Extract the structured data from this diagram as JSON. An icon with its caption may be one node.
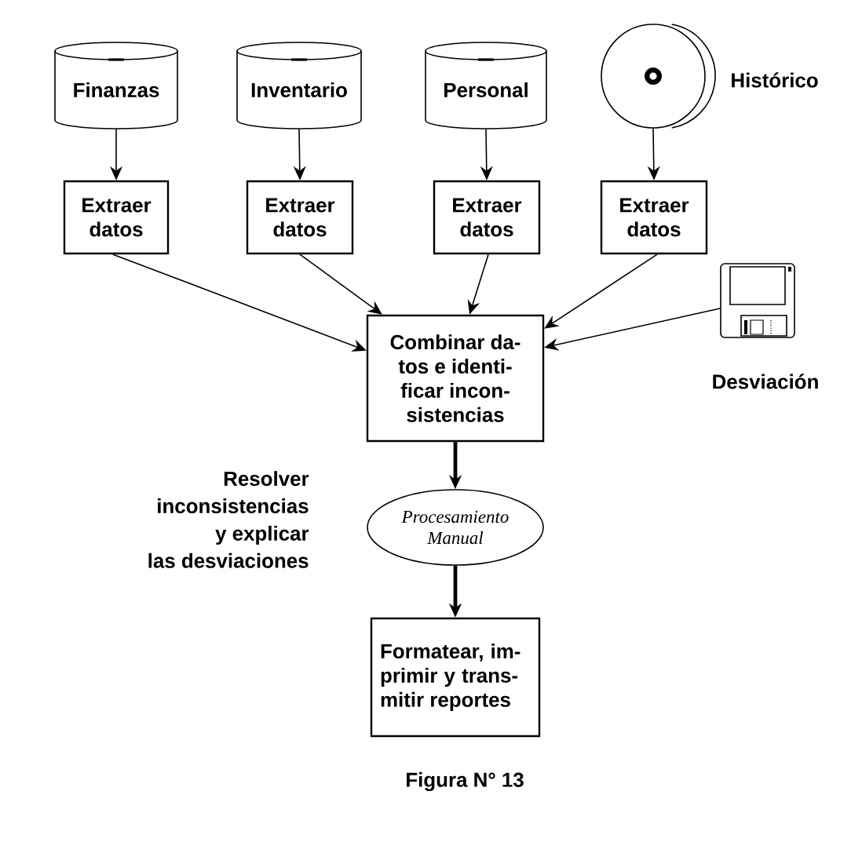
{
  "diagram": {
    "caption": "Figura N° 13",
    "nodes": [
      {
        "text": [
          "Finanzas"
        ]
      },
      {
        "text": [
          "Inventario"
        ]
      },
      {
        "text": [
          "Personal"
        ]
      },
      {
        "text": [],
        "shape": "picture",
        "beside": [
          "Histórico"
        ]
      },
      {
        "text": [
          "Extraer datos"
        ]
      },
      {
        "text": [
          "Extraer datos"
        ]
      },
      {
        "text": [
          "Extraer datos"
        ]
      },
      {
        "text": [
          "Extraer datos"
        ]
      },
      {
        "text": [],
        "shape": "picture",
        "beside": [
          "Desviación"
        ]
      },
      {
        "text": [
          "Combinar da- tos e identi- ficar incon- sistencias"
        ]
      },
      {
        "text": [
          "Procesamiento Manual"
        ]
      },
      {
        "text": [
          "Formatear, im- primir y trans- mitir reportes"
        ]
      }
    ],
    "edges": [
      {
        "from": 0,
        "to": 4,
        "arrow": "to"
      },
      {
        "from": 1,
        "to": 5,
        "arrow": "to"
      },
      {
        "from": 2,
        "to": 6,
        "arrow": "to"
      },
      {
        "from": 3,
        "to": 7,
        "arrow": "to"
      },
      {
        "from": 4,
        "to": 9,
        "arrow": "to"
      },
      {
        "from": 5,
        "to": 9,
        "arrow": "to"
      },
      {
        "from": 6,
        "to": 9,
        "arrow": "to"
      },
      {
        "from": 7,
        "to": 9,
        "arrow": "to"
      },
      {
        "from": 8,
        "to": 9,
        "arrow": "to"
      },
      {
        "from": 9,
        "to": 10,
        "arrow": "to",
        "style": "thick"
      },
      {
        "from": 10,
        "to": 11,
        "arrow": "to",
        "style": "thick"
      }
    ],
    "labels": [
      "Resolver inconsistencias y explicar las desviaciones"
    ]
  }
}
